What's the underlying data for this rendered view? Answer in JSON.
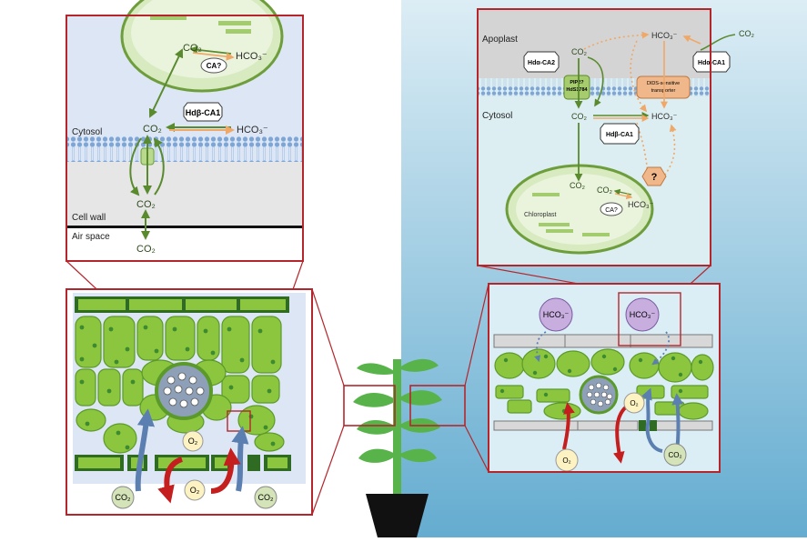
{
  "colors": {
    "frame": "#b5262c",
    "water_top": "#dcedf5",
    "water_bottom": "#64acd0",
    "leaf_green": "#8cc63f",
    "dark_green": "#2f6b23",
    "arrow_green": "#5a8a2e",
    "arrow_orange": "#f0a868",
    "arrow_red": "#c41e1e",
    "arrow_blue": "#5b7fb0",
    "membrane": "#8fb4dc",
    "cytosol": "#dde6f5",
    "apoplast": "#d4d4d4",
    "co2_bubble": "#d5e4b8",
    "o2_bubble": "#fdf2c2",
    "hco3_bubble": "#c8aedf"
  },
  "left_zoom": {
    "chloroplast_co2": "CO₂",
    "chloroplast_hco3": "HCO₃⁻",
    "chloroplast_ca": "CA?",
    "cytosol_label": "Cytosol",
    "cytosol_co2": "CO₂",
    "hdb_ca1": "Hdβ-CA1",
    "cytosol_hco3": "HCO₃⁻",
    "wall_label": "Cell wall",
    "wall_co2": "CO₂",
    "air_label": "Air space",
    "air_co2": "CO₂"
  },
  "left_leaf": {
    "o2_center": "O₂",
    "o2_bottom": "O₂",
    "co2_left": "CO₂",
    "co2_right": "CO₂"
  },
  "right_zoom": {
    "apoplast_label": "Apoplast",
    "hda_ca2": "Hdα-CA2",
    "apo_co2": "CO₂",
    "apo_hco3": "HCO₃⁻",
    "outer_co2": "CO₂",
    "hda_ca1": "Hdα-CA1",
    "pip": "PIP2?",
    "pip2": "HdS1784",
    "dids_line1": "DIDS-sensitive",
    "dids_line2": "transporter",
    "cytosol_label": "Cytosol",
    "cyt_co2": "CO₂",
    "cyt_hco3": "HCO₃⁻",
    "hdb_ca1": "Hdβ-CA1",
    "question": "?",
    "chl_co2_a": "CO₂",
    "chl_co2_b": "CO₂",
    "chl_hco3": "HCO₃⁻",
    "chloroplast_label": "Chloroplast",
    "chl_ca": "CA?"
  },
  "right_leaf": {
    "hco3_left": "HCO₃⁻",
    "hco3_right": "HCO₃⁻",
    "o2_right": "O₂",
    "o2_bottom": "O₂",
    "co2_bottom": "CO₂"
  }
}
